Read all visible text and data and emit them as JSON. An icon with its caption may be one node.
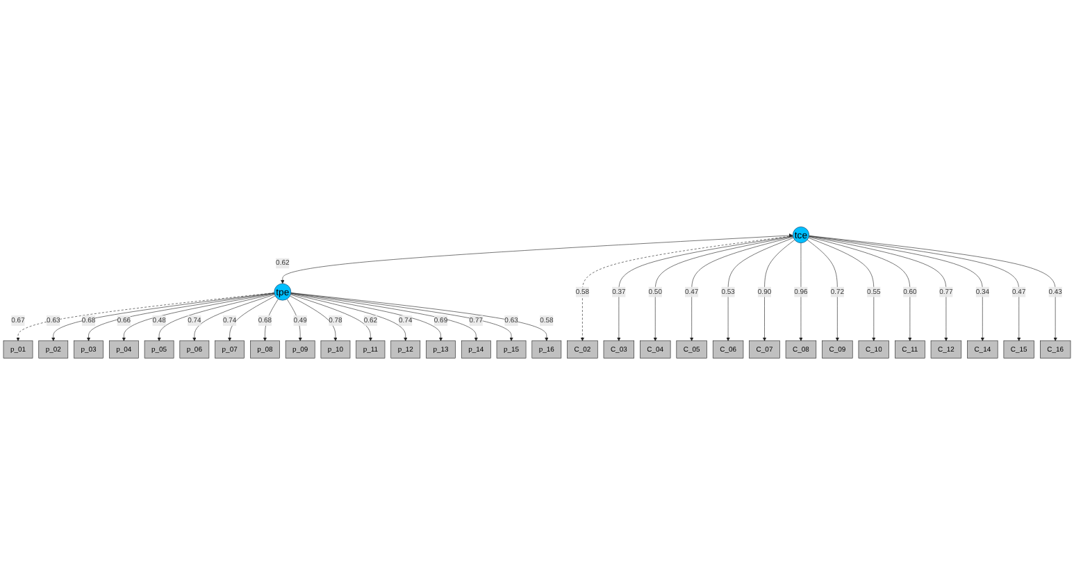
{
  "diagram": {
    "nodes": [
      {
        "text": [
          "tce"
        ]
      },
      {
        "text": [
          "tpe"
        ]
      },
      {
        "text": [
          "C_02"
        ]
      },
      {
        "text": [
          "C_03"
        ]
      },
      {
        "text": [
          "C_04"
        ]
      },
      {
        "text": [
          "C_05"
        ]
      },
      {
        "text": [
          "C_06"
        ]
      },
      {
        "text": [
          "C_07"
        ]
      },
      {
        "text": [
          "C_08"
        ]
      },
      {
        "text": [
          "C_09"
        ]
      },
      {
        "text": [
          "C_10"
        ]
      },
      {
        "text": [
          "C_11"
        ]
      },
      {
        "text": [
          "C_12"
        ]
      },
      {
        "text": [
          "C_14"
        ]
      },
      {
        "text": [
          "C_15"
        ]
      },
      {
        "text": [
          "C_16"
        ]
      },
      {
        "text": [
          "p_01"
        ]
      },
      {
        "text": [
          "p_02"
        ]
      },
      {
        "text": [
          "p_03"
        ]
      },
      {
        "text": [
          "p_04"
        ]
      },
      {
        "text": [
          "p_05"
        ]
      },
      {
        "text": [
          "p_06"
        ]
      },
      {
        "text": [
          "p_07"
        ]
      },
      {
        "text": [
          "p_08"
        ]
      },
      {
        "text": [
          "p_09"
        ]
      },
      {
        "text": [
          "p_10"
        ]
      },
      {
        "text": [
          "p_11"
        ]
      },
      {
        "text": [
          "p_12"
        ]
      },
      {
        "text": [
          "p_13"
        ]
      },
      {
        "text": [
          "p_14"
        ]
      },
      {
        "text": [
          "p_15"
        ]
      },
      {
        "text": [
          "p_16"
        ]
      }
    ],
    "edges": [
      {
        "from": 0,
        "to": 1,
        "arrow": "both",
        "label": "0.62"
      },
      {
        "from": 0,
        "to": 2,
        "arrow": "to",
        "label": "0.58",
        "style": "dashed"
      },
      {
        "from": 0,
        "to": 3,
        "arrow": "to",
        "label": "0.37"
      },
      {
        "from": 0,
        "to": 4,
        "arrow": "to",
        "label": "0.50"
      },
      {
        "from": 0,
        "to": 5,
        "arrow": "to",
        "label": "0.47"
      },
      {
        "from": 0,
        "to": 6,
        "arrow": "to",
        "label": "0.53"
      },
      {
        "from": 0,
        "to": 7,
        "arrow": "to",
        "label": "0.90"
      },
      {
        "from": 0,
        "to": 8,
        "arrow": "to",
        "label": "0.96"
      },
      {
        "from": 0,
        "to": 9,
        "arrow": "to",
        "label": "0.72"
      },
      {
        "from": 0,
        "to": 10,
        "arrow": "to",
        "label": "0.55"
      },
      {
        "from": 0,
        "to": 11,
        "arrow": "to",
        "label": "0.60"
      },
      {
        "from": 0,
        "to": 12,
        "arrow": "to",
        "label": "0.77"
      },
      {
        "from": 0,
        "to": 13,
        "arrow": "to",
        "label": "0.34"
      },
      {
        "from": 0,
        "to": 14,
        "arrow": "to",
        "label": "0.47"
      },
      {
        "from": 0,
        "to": 15,
        "arrow": "to",
        "label": "0.43"
      },
      {
        "from": 1,
        "to": 16,
        "arrow": "to",
        "label": "0.67",
        "style": "dashed"
      },
      {
        "from": 1,
        "to": 17,
        "arrow": "to",
        "label": "0.63"
      },
      {
        "from": 1,
        "to": 18,
        "arrow": "to",
        "label": "0.68"
      },
      {
        "from": 1,
        "to": 19,
        "arrow": "to",
        "label": "0.66"
      },
      {
        "from": 1,
        "to": 20,
        "arrow": "to",
        "label": "0.48"
      },
      {
        "from": 1,
        "to": 21,
        "arrow": "to",
        "label": "0.74"
      },
      {
        "from": 1,
        "to": 22,
        "arrow": "to",
        "label": "0.74"
      },
      {
        "from": 1,
        "to": 23,
        "arrow": "to",
        "label": "0.68"
      },
      {
        "from": 1,
        "to": 24,
        "arrow": "to",
        "label": "0.49"
      },
      {
        "from": 1,
        "to": 25,
        "arrow": "to",
        "label": "0.78"
      },
      {
        "from": 1,
        "to": 26,
        "arrow": "to",
        "label": "0.62"
      },
      {
        "from": 1,
        "to": 27,
        "arrow": "to",
        "label": "0.74"
      },
      {
        "from": 1,
        "to": 28,
        "arrow": "to",
        "label": "0.69"
      },
      {
        "from": 1,
        "to": 29,
        "arrow": "to",
        "label": "0.77"
      },
      {
        "from": 1,
        "to": 30,
        "arrow": "to",
        "label": "0.63"
      },
      {
        "from": 1,
        "to": 31,
        "arrow": "to",
        "label": "0.58"
      }
    ]
  }
}
